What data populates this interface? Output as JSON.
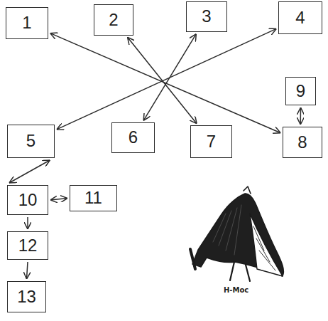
{
  "diagram": {
    "nodes": [
      {
        "text": [
          "1"
        ]
      },
      {
        "text": [
          "2"
        ]
      },
      {
        "text": [
          "3"
        ]
      },
      {
        "text": [
          "4"
        ]
      },
      {
        "text": [
          "5"
        ]
      },
      {
        "text": [
          "6"
        ]
      },
      {
        "text": [
          "7"
        ]
      },
      {
        "text": [
          "8"
        ]
      },
      {
        "text": [
          "9"
        ]
      },
      {
        "text": [
          "10"
        ]
      },
      {
        "text": [
          "11"
        ]
      },
      {
        "text": [
          "12"
        ]
      },
      {
        "text": [
          "13"
        ]
      }
    ],
    "edges": [
      {
        "from": 0,
        "to": 7,
        "arrow": "both"
      },
      {
        "from": 1,
        "to": 6,
        "arrow": "both"
      },
      {
        "from": 2,
        "to": 5,
        "arrow": "both"
      },
      {
        "from": 3,
        "to": 4,
        "arrow": "both"
      },
      {
        "from": 8,
        "to": 7,
        "arrow": "both"
      },
      {
        "from": 4,
        "to": 9,
        "arrow": "both"
      },
      {
        "from": 9,
        "to": 10,
        "arrow": "both"
      },
      {
        "from": 9,
        "to": 11,
        "arrow": "to"
      },
      {
        "from": 11,
        "to": 12,
        "arrow": "to"
      }
    ],
    "labels": [
      "H-Moc"
    ]
  }
}
